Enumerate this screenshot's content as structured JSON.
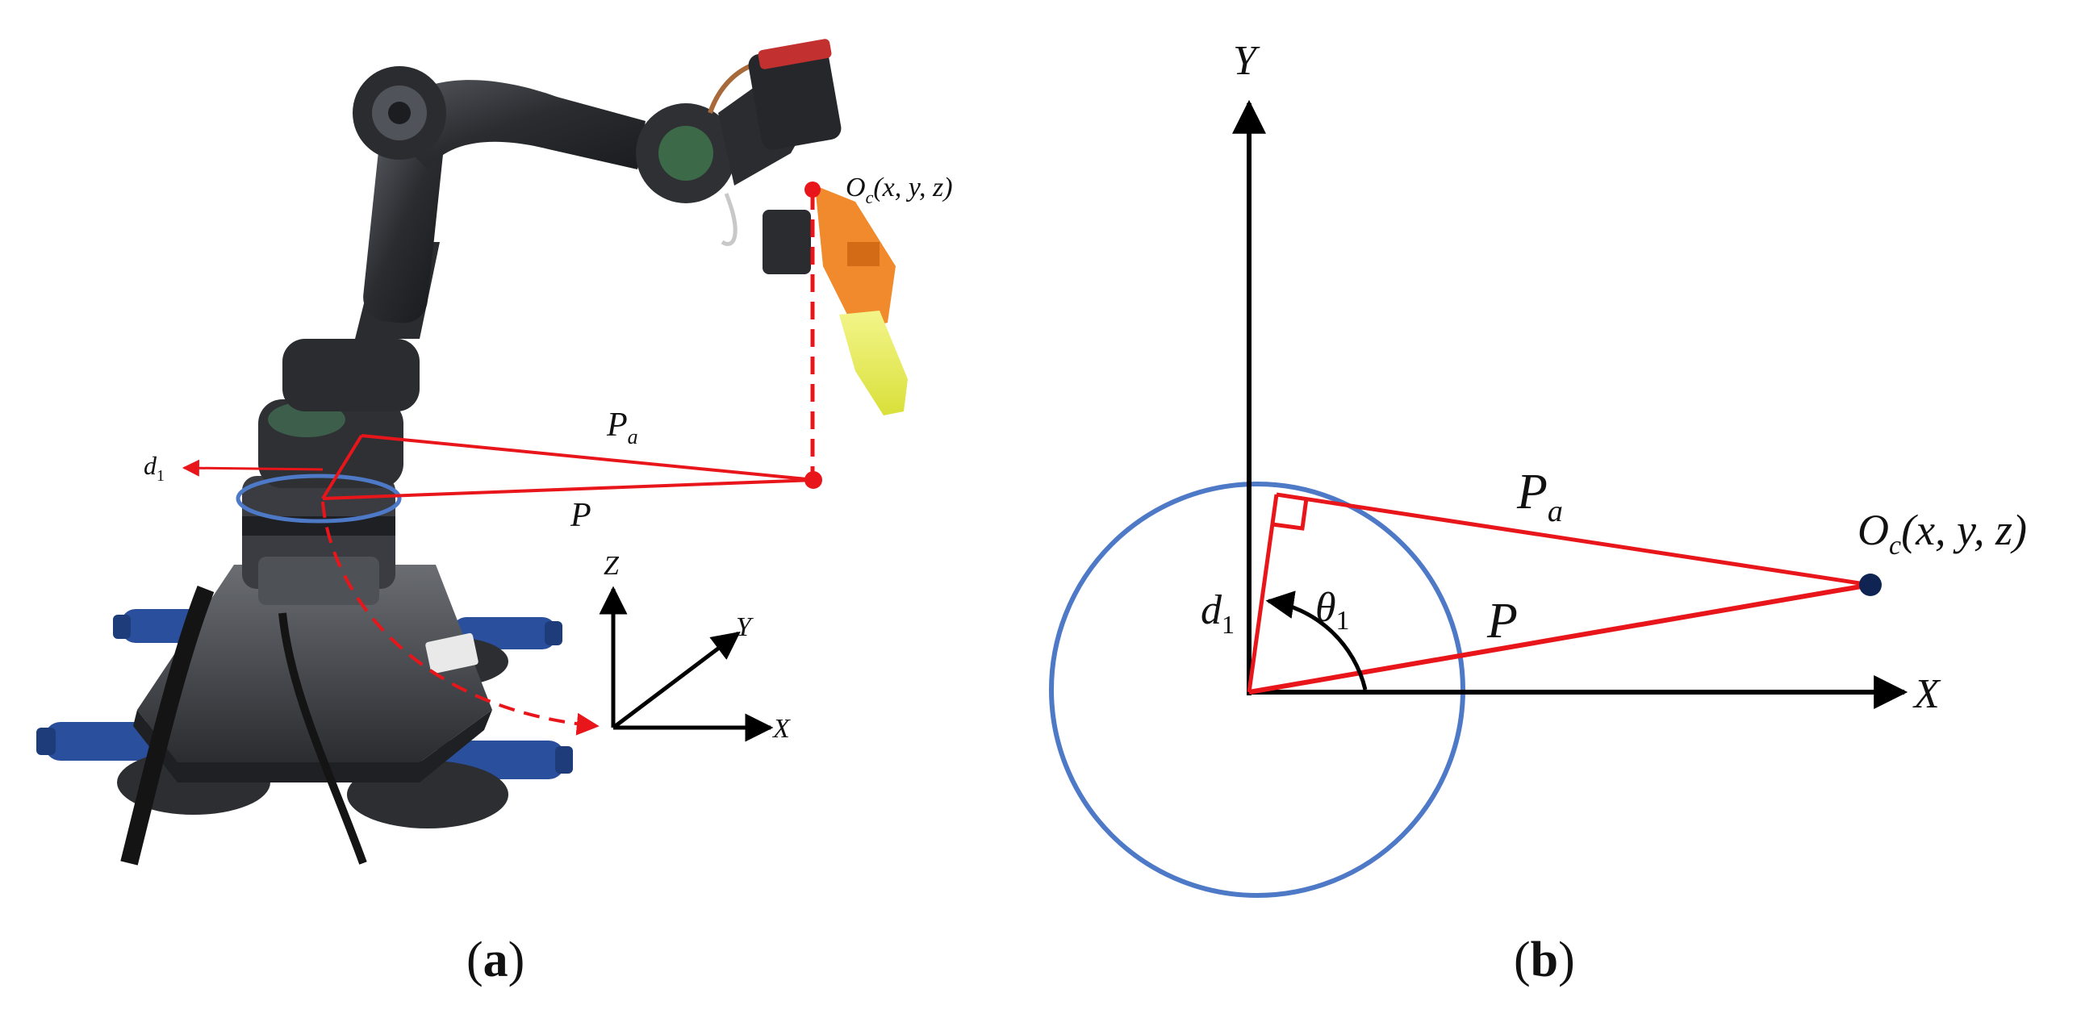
{
  "panel_a": {
    "caption_open": "(",
    "caption_letter": "a",
    "caption_close": ")",
    "point_label": {
      "main": "O",
      "sub": "c",
      "coords": "(x, y, z)"
    },
    "pa_label": {
      "main": "P",
      "sub": "a"
    },
    "p_label": "P",
    "d1_label": {
      "main": "d",
      "sub": "1"
    },
    "axes": {
      "x": "X",
      "y": "Y",
      "z": "Z"
    }
  },
  "panel_b": {
    "caption_open": "(",
    "caption_letter": "b",
    "caption_close": ")",
    "axes": {
      "x": "X",
      "y": "Y"
    },
    "pa_label": {
      "main": "P",
      "sub": "a"
    },
    "p_label": "P",
    "d1_label": {
      "main": "d",
      "sub": "1"
    },
    "theta_label": {
      "main": "θ",
      "sub": "1"
    },
    "point_label": {
      "main": "O",
      "sub": "c",
      "coords": "(x, y, z)"
    }
  },
  "colors": {
    "red": "#e8161b",
    "blue": "#4d79c7",
    "navy": "#0f2452",
    "black": "#000000",
    "robot_dark": "#2b2d31",
    "robot_mid": "#4a4d52",
    "gripper_orange": "#f08a2c",
    "gripper_yellow": "#e9ef57",
    "suction_blue": "#2a4f9c"
  }
}
